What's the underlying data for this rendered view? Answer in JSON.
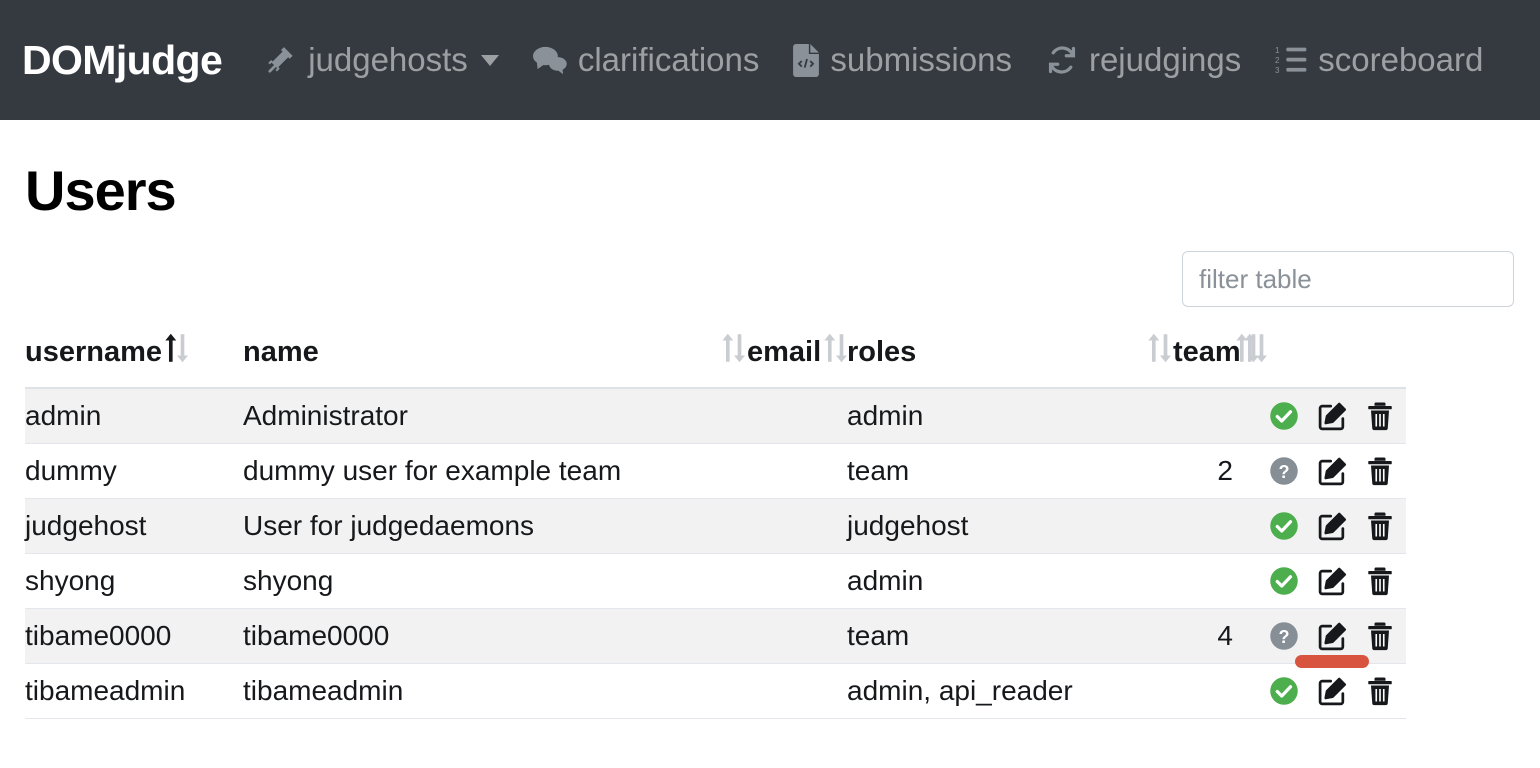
{
  "navbar": {
    "brand": "DOMjudge",
    "items": [
      {
        "label": "judgehosts",
        "icon": "gavel-icon",
        "has_caret": true
      },
      {
        "label": "clarifications",
        "icon": "comments-icon",
        "has_caret": false
      },
      {
        "label": "submissions",
        "icon": "file-code-icon",
        "has_caret": false
      },
      {
        "label": "rejudgings",
        "icon": "sync-icon",
        "has_caret": false
      },
      {
        "label": "scoreboard",
        "icon": "ordered-list-icon",
        "has_caret": false
      }
    ]
  },
  "page": {
    "title": "Users"
  },
  "filter": {
    "placeholder": "filter table",
    "value": ""
  },
  "table": {
    "columns": [
      {
        "key": "username",
        "label": "username",
        "sort": "asc"
      },
      {
        "key": "name",
        "label": "name",
        "sort": "none"
      },
      {
        "key": "email",
        "label": "email",
        "sort": "desc"
      },
      {
        "key": "roles",
        "label": "roles",
        "sort": "none"
      },
      {
        "key": "team",
        "label": "team",
        "sort": "desc"
      },
      {
        "key": "actions",
        "label": "",
        "sort": "none"
      }
    ],
    "rows": [
      {
        "username": "admin",
        "name": "Administrator",
        "email": "",
        "roles": "admin",
        "team": "",
        "status": "active"
      },
      {
        "username": "dummy",
        "name": "dummy user for example team",
        "email": "",
        "roles": "team",
        "team": "2",
        "status": "unknown"
      },
      {
        "username": "judgehost",
        "name": "User for judgedaemons",
        "email": "",
        "roles": "judgehost",
        "team": "",
        "status": "active"
      },
      {
        "username": "shyong",
        "name": "shyong",
        "email": "",
        "roles": "admin",
        "team": "",
        "status": "active"
      },
      {
        "username": "tibame0000",
        "name": "tibame0000",
        "email": "",
        "roles": "team",
        "team": "4",
        "status": "unknown",
        "highlight_edit": true
      },
      {
        "username": "tibameadmin",
        "name": "tibameadmin",
        "email": "",
        "roles": "admin, api_reader",
        "team": "",
        "status": "active"
      }
    ],
    "action_icons": [
      "status-icon",
      "edit-icon",
      "delete-icon"
    ]
  },
  "colors": {
    "navbar_bg": "#343a40",
    "nav_link": "#8a9199",
    "status_active": "#4cae4c",
    "status_unknown": "#868e96",
    "row_stripe": "#f2f2f2",
    "highlight": "#d9543f",
    "border": "#dee2e6"
  }
}
